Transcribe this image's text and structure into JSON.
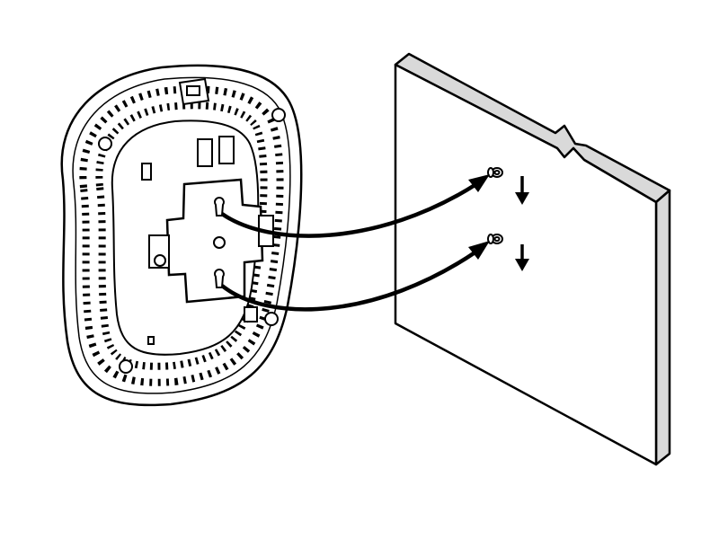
{
  "diagram": {
    "subject": "access-point-wall-mount",
    "colors": {
      "line": "#000000",
      "fill": "#ffffff",
      "wall_edge": "#d9d9d9"
    },
    "screws": 2,
    "arrows": 2
  }
}
